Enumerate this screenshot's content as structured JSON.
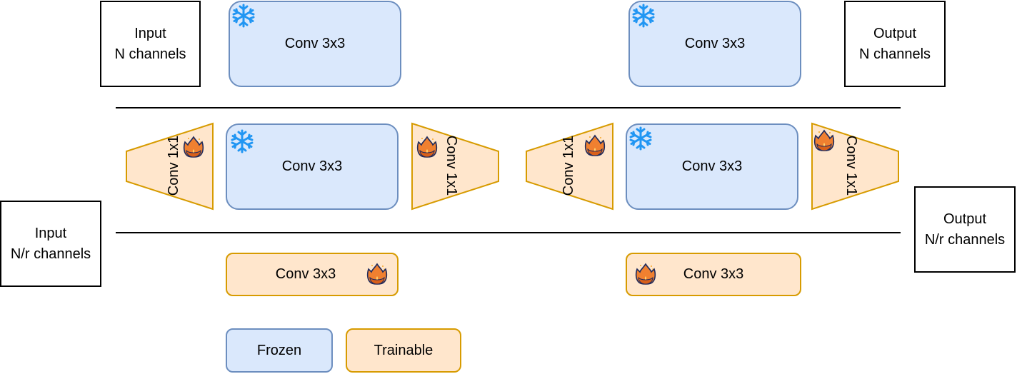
{
  "top_row": {
    "input": {
      "line1": "Input",
      "line2": "N channels"
    },
    "conv_left": {
      "label": "Conv 3x3",
      "state": "frozen",
      "icon": "snowflake-icon"
    },
    "conv_right": {
      "label": "Conv 3x3",
      "state": "frozen",
      "icon": "snowflake-icon"
    },
    "output": {
      "line1": "Output",
      "line2": "N channels"
    }
  },
  "middle_row": {
    "left_group": {
      "down_proj": {
        "label": "Conv 1x1",
        "state": "trainable",
        "icon": "flame-icon"
      },
      "conv": {
        "label": "Conv 3x3",
        "state": "frozen",
        "icon": "snowflake-icon"
      },
      "up_proj": {
        "label": "Conv 1x1",
        "state": "trainable",
        "icon": "flame-icon"
      }
    },
    "right_group": {
      "down_proj": {
        "label": "Conv 1x1",
        "state": "trainable",
        "icon": "flame-icon"
      },
      "conv": {
        "label": "Conv 3x3",
        "state": "frozen",
        "icon": "snowflake-icon"
      },
      "up_proj": {
        "label": "Conv 1x1",
        "state": "trainable",
        "icon": "flame-icon"
      }
    }
  },
  "bottom_row": {
    "input": {
      "line1": "Input",
      "line2": "N/r channels"
    },
    "conv_left": {
      "label": "Conv 3x3",
      "state": "trainable",
      "icon": "flame-icon"
    },
    "conv_right": {
      "label": "Conv 3x3",
      "state": "trainable",
      "icon": "flame-icon"
    },
    "output": {
      "line1": "Output",
      "line2": "N/r channels"
    }
  },
  "legend": {
    "frozen": "Frozen",
    "trainable": "Trainable"
  },
  "colors": {
    "frozen_fill": "#dae8fc",
    "frozen_stroke": "#6c8ebf",
    "trainable_fill": "#ffe6cc",
    "trainable_stroke": "#d79b00",
    "snowflake": "#2196f3",
    "flame": "#f08030"
  }
}
